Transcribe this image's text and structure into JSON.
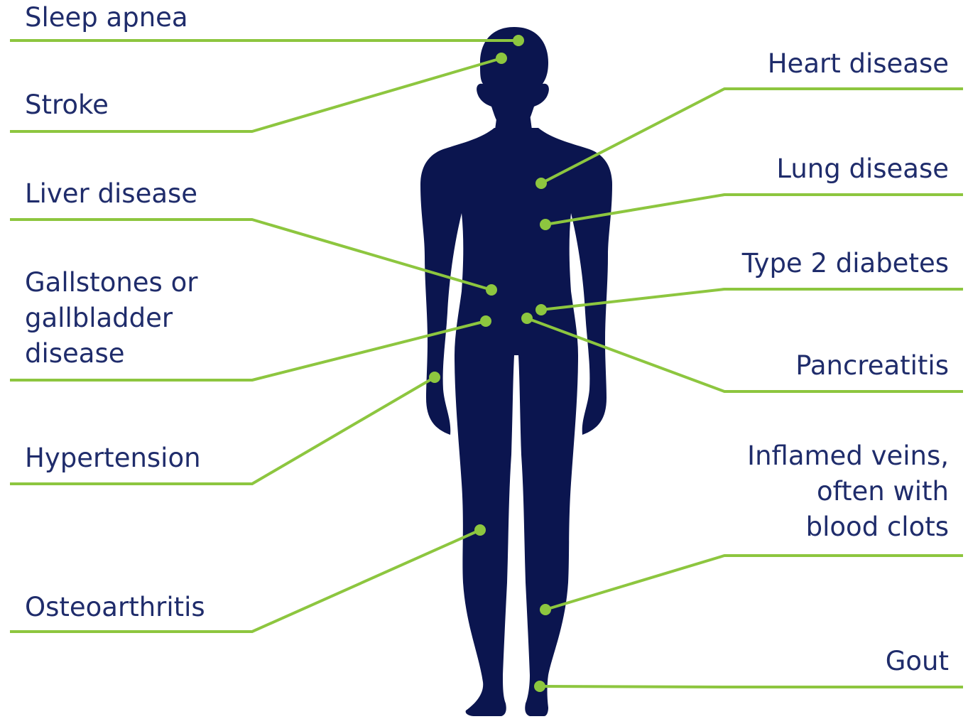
{
  "colors": {
    "figure": "#0b154f",
    "connector": "#8dc63f",
    "text": "#1f2c6b",
    "background": "#ffffff"
  },
  "conditions_left": [
    {
      "id": "sleep-apnea",
      "label": "Sleep apnea"
    },
    {
      "id": "stroke",
      "label": "Stroke"
    },
    {
      "id": "liver-disease",
      "label": "Liver disease"
    },
    {
      "id": "gallstones",
      "label": "Gallstones or\ngallbladder\ndisease"
    },
    {
      "id": "hypertension",
      "label": "Hypertension"
    },
    {
      "id": "osteoarthritis",
      "label": "Osteoarthritis"
    }
  ],
  "conditions_right": [
    {
      "id": "heart-disease",
      "label": "Heart disease"
    },
    {
      "id": "lung-disease",
      "label": "Lung disease"
    },
    {
      "id": "type-2-diabetes",
      "label": "Type 2 diabetes"
    },
    {
      "id": "pancreatitis",
      "label": "Pancreatitis"
    },
    {
      "id": "inflamed-veins",
      "label": "Inflamed veins,\noften with\nblood clots"
    },
    {
      "id": "gout",
      "label": "Gout"
    }
  ]
}
